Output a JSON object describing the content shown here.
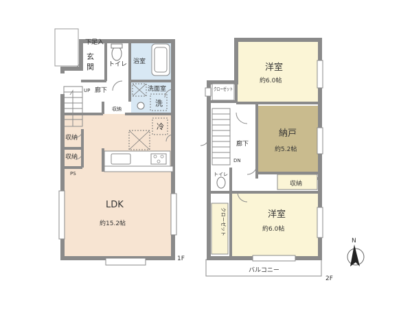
{
  "colors": {
    "wall": "#8a8a8a",
    "ldk_floor": "#f7e4d2",
    "room_floor": "#fbf5d6",
    "storage_floor": "#c9bb8e",
    "bath_floor": "#d8e8f4",
    "balcony_floor": "#ffffff"
  },
  "floor1": {
    "label": "1F",
    "entrance_storage": "下足入",
    "entrance": "玄関",
    "toilet": "トイレ",
    "bathroom": "浴室",
    "up": "UP",
    "hallway": "廊下",
    "washroom": "洗面室",
    "washer": "洗",
    "storage": "収納",
    "storage_left_1": "収納",
    "storage_left_2": "収納",
    "fridge": "冷",
    "ps": "PS",
    "ldk_name": "LDK",
    "ldk_size": "約15.2帖"
  },
  "floor2": {
    "label": "2F",
    "room1_name": "洋室",
    "room1_size": "約6.0帖",
    "closet1": "クローゼット",
    "storeroom_name": "納戸",
    "storeroom_size": "約5.2帖",
    "storage": "収納",
    "hallway": "廊下",
    "dn": "DN",
    "toilet": "トイレ",
    "closet2": "クローゼット",
    "room2_name": "洋室",
    "room2_size": "約6.0帖",
    "balcony": "バルコニー"
  },
  "compass": "N"
}
